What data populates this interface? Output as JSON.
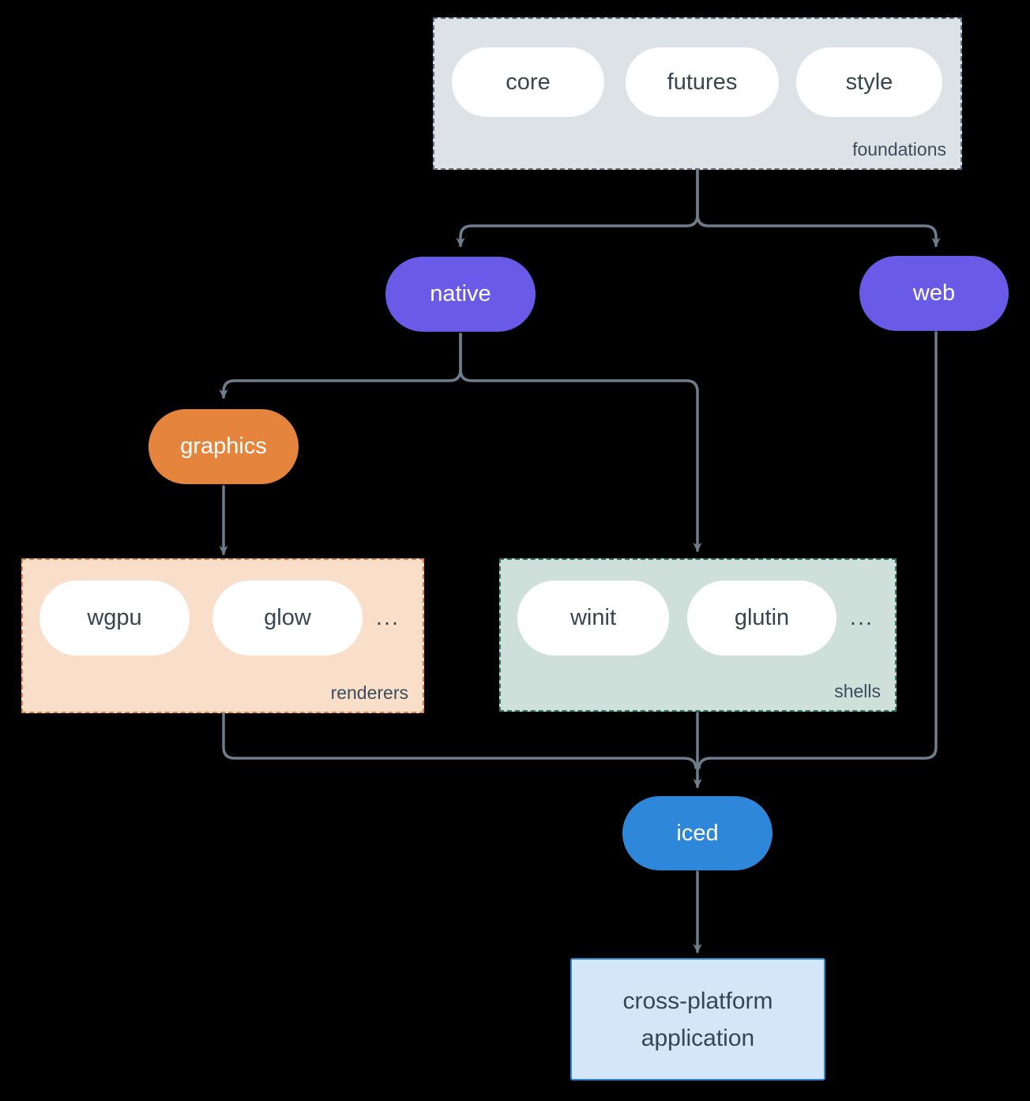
{
  "colors": {
    "background": "#000000",
    "arrow": "#6e7d8c",
    "node_purple": "#6a5ae8",
    "node_orange": "#e5843d",
    "node_blue": "#2e87d9",
    "foundations_fill": "#dde2e6",
    "foundations_border": "#5d6f80",
    "renderers_fill": "#f9dfca",
    "renderers_border": "#e8823a",
    "shells_fill": "#cfdfd9",
    "shells_border": "#2e7d6c",
    "app_fill": "#d4e7f8",
    "app_border": "#2e86d6",
    "pill_fill": "#ffffff",
    "text_dark": "#364552"
  },
  "foundations": {
    "label": "foundations",
    "items": [
      "core",
      "futures",
      "style"
    ]
  },
  "nodes": {
    "native": "native",
    "web": "web",
    "graphics": "graphics",
    "iced": "iced"
  },
  "renderers": {
    "label": "renderers",
    "items": [
      "wgpu",
      "glow"
    ],
    "ellipsis": "..."
  },
  "shells": {
    "label": "shells",
    "items": [
      "winit",
      "glutin"
    ],
    "ellipsis": "..."
  },
  "application": {
    "label": "cross-platform application"
  }
}
